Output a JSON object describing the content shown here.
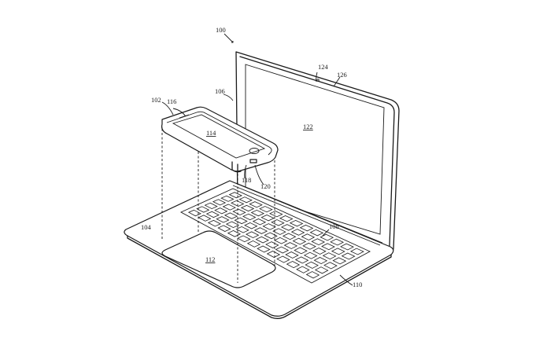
{
  "labels": {
    "device": "100",
    "phone": "102",
    "base": "104",
    "display_housing": "106",
    "keyboard": "108",
    "hinge": "110",
    "cavity": "112",
    "phone_screen": "114",
    "earpiece": "116",
    "home_button": "118",
    "connector": "120",
    "display": "122",
    "camera": "124",
    "bezel": "126"
  },
  "keyboard": {
    "rows": 6,
    "cols": 13
  },
  "colors": {
    "line": "#1a1a1a",
    "paper": "#ffffff"
  }
}
